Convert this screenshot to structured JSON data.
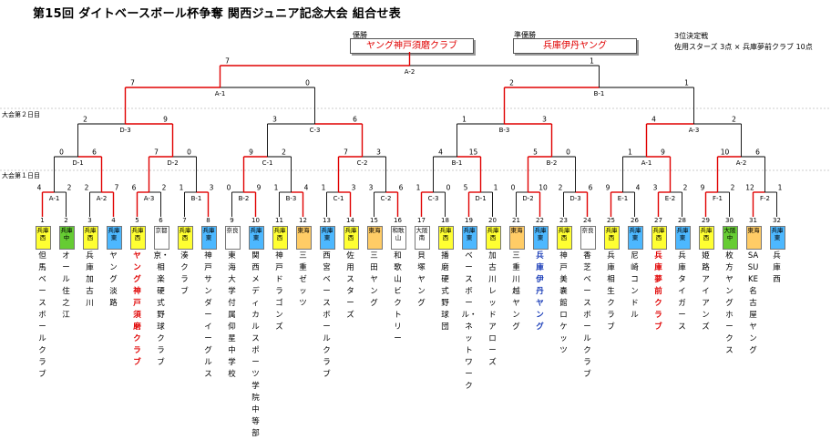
{
  "title": "第15回 ダイトベースボール杯争奪 関西ジュニア記念大会 組合せ表",
  "champion": {
    "label": "優勝",
    "team": "ヤング神戸須磨クラブ"
  },
  "runner_up": {
    "label": "準優勝",
    "team": "兵庫伊丹ヤング"
  },
  "third_place": {
    "label": "3位決定戦",
    "result": "佐用スターズ 3点 × 兵庫夢前クラブ 10点"
  },
  "round_labels": {
    "day2": "大会第２日目",
    "day1": "大会第１日目"
  },
  "colors": {
    "winner_line": "#e00000",
    "loser_line": "#000000"
  },
  "teams": [
    {
      "num": "1",
      "pref": "兵庫西",
      "pref_class": "pref-hyogo-w",
      "name": "但馬ベースボールクラブ",
      "color": "name-black"
    },
    {
      "num": "2",
      "pref": "兵庫中",
      "pref_class": "pref-hyogo-c",
      "name": "オール住之江",
      "color": "name-black"
    },
    {
      "num": "3",
      "pref": "兵庫西",
      "pref_class": "pref-hyogo-w",
      "name": "兵庫加古川",
      "color": "name-black"
    },
    {
      "num": "4",
      "pref": "兵庫東",
      "pref_class": "pref-hyogo-e",
      "name": "ヤング淡路",
      "color": "name-black"
    },
    {
      "num": "5",
      "pref": "兵庫西",
      "pref_class": "pref-hyogo-w",
      "name": "ヤング神戸須磨クラブ",
      "color": "name-red"
    },
    {
      "num": "6",
      "pref": "京都",
      "pref_class": "pref-other",
      "name": "京・相楽硬式野球クラブ",
      "color": "name-black"
    },
    {
      "num": "7",
      "pref": "兵庫西",
      "pref_class": "pref-hyogo-w",
      "name": "湊クラブ",
      "color": "name-black"
    },
    {
      "num": "8",
      "pref": "兵庫東",
      "pref_class": "pref-hyogo-e",
      "name": "神戸サンダーイーグルス",
      "color": "name-black"
    },
    {
      "num": "9",
      "pref": "奈良",
      "pref_class": "pref-other",
      "name": "東海大学付属仰星中学校",
      "color": "name-black"
    },
    {
      "num": "10",
      "pref": "兵庫東",
      "pref_class": "pref-hyogo-e",
      "name": "関西メディカルスポーツ学院中等部",
      "color": "name-black"
    },
    {
      "num": "11",
      "pref": "兵庫西",
      "pref_class": "pref-hyogo-w",
      "name": "神戸ドラゴンズ",
      "color": "name-black"
    },
    {
      "num": "12",
      "pref": "東海",
      "pref_class": "pref-osaka",
      "name": "三重ゼッツ",
      "color": "name-black"
    },
    {
      "num": "13",
      "pref": "兵庫東",
      "pref_class": "pref-hyogo-e",
      "name": "西宮ベースボールクラブ",
      "color": "name-black"
    },
    {
      "num": "14",
      "pref": "兵庫西",
      "pref_class": "pref-hyogo-w",
      "name": "佐用スターズ",
      "color": "name-black"
    },
    {
      "num": "15",
      "pref": "東海",
      "pref_class": "pref-osaka",
      "name": "三田ヤング",
      "color": "name-black"
    },
    {
      "num": "16",
      "pref": "和歌山",
      "pref_class": "pref-other",
      "name": "和歌山ビクトリー",
      "color": "name-black"
    },
    {
      "num": "17",
      "pref": "大阪南",
      "pref_class": "pref-other",
      "name": "貝塚ヤング",
      "color": "name-black"
    },
    {
      "num": "18",
      "pref": "兵庫西",
      "pref_class": "pref-hyogo-w",
      "name": "播磨硬式野球団",
      "color": "name-black"
    },
    {
      "num": "19",
      "pref": "兵庫東",
      "pref_class": "pref-hyogo-e",
      "name": "ベースボール・ネットワーク",
      "color": "name-black"
    },
    {
      "num": "20",
      "pref": "兵庫西",
      "pref_class": "pref-hyogo-w",
      "name": "加古川レッドアローズ",
      "color": "name-black"
    },
    {
      "num": "21",
      "pref": "東海",
      "pref_class": "pref-osaka",
      "name": "三重川越ヤング",
      "color": "name-black"
    },
    {
      "num": "22",
      "pref": "兵庫東",
      "pref_class": "pref-hyogo-e",
      "name": "兵庫伊丹ヤング",
      "color": "name-blue"
    },
    {
      "num": "23",
      "pref": "兵庫西",
      "pref_class": "pref-hyogo-w",
      "name": "神戸美嚢館ロケッツ",
      "color": "name-black"
    },
    {
      "num": "24",
      "pref": "奈良",
      "pref_class": "pref-other",
      "name": "香芝ベースボールクラブ",
      "color": "name-black"
    },
    {
      "num": "25",
      "pref": "兵庫西",
      "pref_class": "pref-hyogo-w",
      "name": "兵庫相生クラブ",
      "color": "name-black"
    },
    {
      "num": "26",
      "pref": "兵庫東",
      "pref_class": "pref-hyogo-e",
      "name": "尼崎コンドル",
      "color": "name-black"
    },
    {
      "num": "27",
      "pref": "兵庫西",
      "pref_class": "pref-hyogo-w",
      "name": "兵庫夢前クラブ",
      "color": "name-red"
    },
    {
      "num": "28",
      "pref": "兵庫東",
      "pref_class": "pref-hyogo-e",
      "name": "兵庫タイガース",
      "color": "name-black"
    },
    {
      "num": "29",
      "pref": "兵庫西",
      "pref_class": "pref-hyogo-w",
      "name": "姫路アイアンズ",
      "color": "name-black"
    },
    {
      "num": "30",
      "pref": "大阪中",
      "pref_class": "pref-hyogo-c",
      "name": "枚方ヤングホークス",
      "color": "name-black"
    },
    {
      "num": "31",
      "pref": "東海",
      "pref_class": "pref-osaka",
      "name": "SASUKE名古屋ヤング",
      "color": "name-black"
    },
    {
      "num": "32",
      "pref": "兵庫東",
      "pref_class": "pref-hyogo-e",
      "name": "兵庫西",
      "color": "name-black"
    }
  ],
  "rounds": [
    {
      "level": 0,
      "matches": [
        {
          "name": "A-1",
          "lo": 1,
          "hi": 2,
          "s1": "4",
          "s2": "2",
          "winner": 1
        },
        {
          "name": "A-2",
          "lo": 3,
          "hi": 4,
          "s1": "2",
          "s2": "7",
          "winner": 2
        },
        {
          "name": "A-3",
          "lo": 5,
          "hi": 6,
          "s1": "6",
          "s2": "2",
          "winner": 1
        },
        {
          "name": "B-1",
          "lo": 7,
          "hi": 8,
          "s1": "1",
          "s2": "3",
          "winner": 2
        },
        {
          "name": "B-2",
          "lo": 9,
          "hi": 10,
          "s1": "0",
          "s2": "9",
          "winner": 2
        },
        {
          "name": "B-3",
          "lo": 11,
          "hi": 12,
          "s1": "1",
          "s2": "4",
          "winner": 2
        },
        {
          "name": "C-1",
          "lo": 13,
          "hi": 14,
          "s1": "1",
          "s2": "3",
          "winner": 2
        },
        {
          "name": "C-2",
          "lo": 15,
          "hi": 16,
          "s1": "3",
          "s2": "6",
          "winner": 2
        },
        {
          "name": "C-3",
          "lo": 17,
          "hi": 18,
          "s1": "1",
          "s2": "0",
          "winner": 1
        },
        {
          "name": "D-1",
          "lo": 19,
          "hi": 20,
          "s1": "5",
          "s2": "1",
          "winner": 1
        },
        {
          "name": "D-2",
          "lo": 21,
          "hi": 22,
          "s1": "0",
          "s2": "10",
          "winner": 2
        },
        {
          "name": "D-3",
          "lo": 23,
          "hi": 24,
          "s1": "2",
          "s2": "6",
          "winner": 2
        },
        {
          "name": "E-1",
          "lo": 25,
          "hi": 26,
          "s1": "9",
          "s2": "4",
          "winner": 1
        },
        {
          "name": "E-2",
          "lo": 27,
          "hi": 28,
          "s1": "3",
          "s2": "2",
          "winner": 1
        },
        {
          "name": "F-1",
          "lo": 29,
          "hi": 30,
          "s1": "9",
          "s2": "2",
          "winner": 1
        },
        {
          "name": "F-2",
          "lo": 31,
          "hi": 32,
          "s1": "12",
          "s2": "1",
          "winner": 1
        }
      ]
    },
    {
      "level": 1,
      "matches": [
        {
          "name": "D-1",
          "lo": 1,
          "hi": 4,
          "s1": "0",
          "s2": "6",
          "winner": 2
        },
        {
          "name": "D-2",
          "lo": 5,
          "hi": 8,
          "s1": "7",
          "s2": "0",
          "winner": 1
        },
        {
          "name": "C-1",
          "lo": 9,
          "hi": 12,
          "s1": "9",
          "s2": "2",
          "winner": 1
        },
        {
          "name": "C-2",
          "lo": 13,
          "hi": 16,
          "s1": "7",
          "s2": "3",
          "winner": 1
        },
        {
          "name": "B-1",
          "lo": 17,
          "hi": 20,
          "s1": "4",
          "s2": "15",
          "winner": 2
        },
        {
          "name": "B-2",
          "lo": 21,
          "hi": 24,
          "s1": "5",
          "s2": "0",
          "winner": 1
        },
        {
          "name": "A-1",
          "lo": 25,
          "hi": 28,
          "s1": "1",
          "s2": "9",
          "winner": 2
        },
        {
          "name": "A-2",
          "lo": 29,
          "hi": 32,
          "s1": "10",
          "s2": "6",
          "winner": 1
        }
      ]
    },
    {
      "level": 2,
      "matches": [
        {
          "name": "D-3",
          "lo": 1,
          "hi": 8,
          "s1": "2",
          "s2": "9",
          "winner": 2
        },
        {
          "name": "C-3",
          "lo": 9,
          "hi": 16,
          "s1": "3",
          "s2": "6",
          "winner": 2
        },
        {
          "name": "B-3",
          "lo": 17,
          "hi": 24,
          "s1": "1",
          "s2": "3",
          "winner": 2
        },
        {
          "name": "A-3",
          "lo": 25,
          "hi": 32,
          "s1": "4",
          "s2": "2",
          "winner": 1
        }
      ]
    },
    {
      "level": 3,
      "matches": [
        {
          "name": "A-1",
          "lo": 1,
          "hi": 16,
          "s1": "7",
          "s2": "0",
          "winner": 1
        },
        {
          "name": "B-1",
          "lo": 17,
          "hi": 32,
          "s1": "2",
          "s2": "1",
          "winner": 1
        }
      ]
    },
    {
      "level": 4,
      "matches": [
        {
          "name": "A-2",
          "lo": 1,
          "hi": 32,
          "s1": "7",
          "s2": "1",
          "winner": 1
        }
      ]
    }
  ]
}
